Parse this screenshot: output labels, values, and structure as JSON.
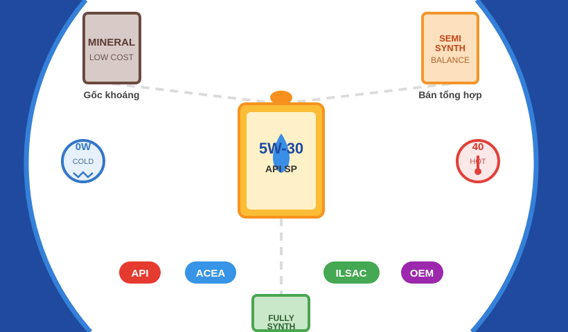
{
  "colors": {
    "background": "#1f4a9f",
    "ring": "#3580d8",
    "center_fill": "#fff1c7",
    "center_border": "#f7a928"
  },
  "center": {
    "grade": "5W-30",
    "spec": "API SP",
    "icon": "oil-drop-icon"
  },
  "mineral": {
    "title": "MINERAL",
    "subtitle": "LOW COST",
    "caption": "Gốc khoáng"
  },
  "semi": {
    "title_line1": "SEMI",
    "title_line2": "SYNTH",
    "subtitle": "BALANCE",
    "caption": "Bán tổng hợp"
  },
  "fully": {
    "title_line1": "FULLY",
    "title_line2": "SYNTH"
  },
  "cold": {
    "value": "0W",
    "label": "COLD",
    "icon": "snow-wave-icon"
  },
  "hot": {
    "value": "40",
    "label": "HOT",
    "icon": "thermometer-icon"
  },
  "badges": [
    {
      "label": "API",
      "color": "#e53a2f"
    },
    {
      "label": "ACEA",
      "color": "#3794e6"
    },
    {
      "label": "ILSAC",
      "color": "#45a852"
    },
    {
      "label": "OEM",
      "color": "#9b28ad"
    }
  ]
}
